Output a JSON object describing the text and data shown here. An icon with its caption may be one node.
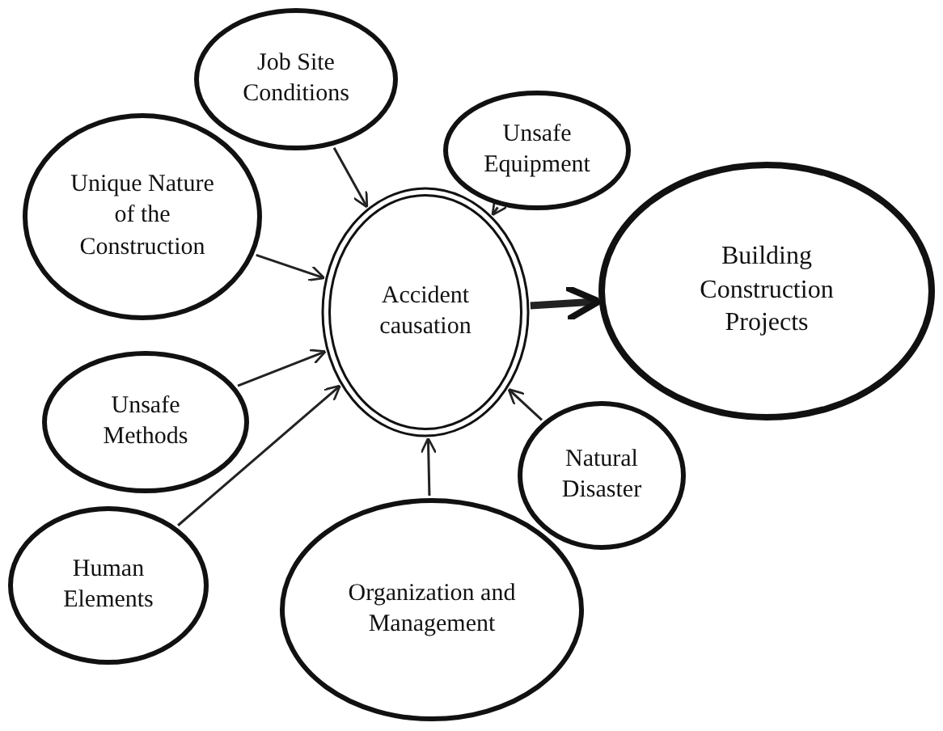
{
  "diagram": {
    "nodes": [
      {
        "text": [
          "Job Site Conditions"
        ]
      },
      {
        "text": [
          "Unsafe Equipment"
        ]
      },
      {
        "text": [
          "Unique Nature of the Construction"
        ]
      },
      {
        "text": [
          "Accident causation"
        ]
      },
      {
        "text": [
          "Building Construction Projects"
        ]
      },
      {
        "text": [
          "Unsafe Methods"
        ]
      },
      {
        "text": [
          "Natural Disaster"
        ]
      },
      {
        "text": [
          "Human Elements"
        ]
      },
      {
        "text": [
          "Organization and Management"
        ]
      }
    ],
    "edges": [
      {
        "from": 0,
        "to": 3,
        "arrow": "to"
      },
      {
        "from": 1,
        "to": 3,
        "arrow": "to"
      },
      {
        "from": 2,
        "to": 3,
        "arrow": "to"
      },
      {
        "from": 5,
        "to": 3,
        "arrow": "to"
      },
      {
        "from": 7,
        "to": 3,
        "arrow": "to"
      },
      {
        "from": 8,
        "to": 3,
        "arrow": "to"
      },
      {
        "from": 6,
        "to": 3,
        "arrow": "to"
      },
      {
        "from": 3,
        "to": 4,
        "arrow": "to",
        "style": "thick"
      }
    ]
  }
}
